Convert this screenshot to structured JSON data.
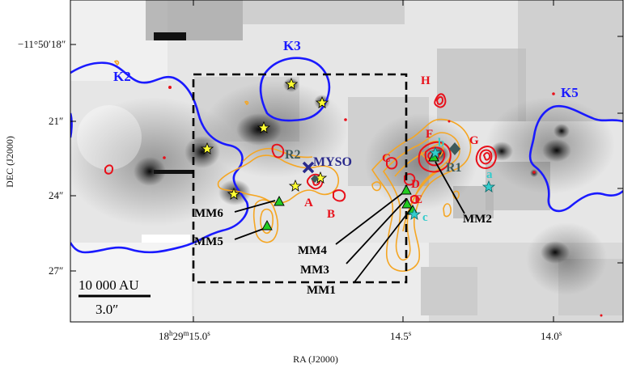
{
  "chart_data": {
    "type": "scatter",
    "title": "",
    "xlabel": "RA (J2000)",
    "ylabel": "DEC (J2000)",
    "x_ticks": [
      {
        "h": "18",
        "m": "29",
        "s": "15.0",
        "text_h": "18",
        "text_m": "29",
        "text_s": "15.0"
      },
      {
        "s": "14.5",
        "text_s": "14.5"
      },
      {
        "s": "14.0",
        "text_s": "14.0"
      }
    ],
    "y_ticks": [
      {
        "value": "-11°50′18″",
        "text_main": "−11°50′18",
        "text_sec": "″"
      },
      {
        "value": "21″",
        "text_main": "21",
        "text_sec": "″"
      },
      {
        "value": "24″",
        "text_main": "24",
        "text_sec": "″"
      },
      {
        "value": "27″",
        "text_main": "27",
        "text_sec": "″"
      }
    ],
    "regions": [
      {
        "name": "K2",
        "color": "#1a1aff"
      },
      {
        "name": "K3",
        "color": "#1a1aff"
      },
      {
        "name": "K5",
        "color": "#1a1aff"
      }
    ],
    "mm_cores": [
      "MM1",
      "MM2",
      "MM3",
      "MM4",
      "MM5",
      "MM6"
    ],
    "red_sources": [
      "A",
      "B",
      "C",
      "D",
      "E",
      "F",
      "G",
      "H"
    ],
    "other_labels": [
      "MYSO",
      "R1",
      "R2"
    ],
    "cyan_sources": [
      "a",
      "b",
      "c"
    ],
    "scalebar": {
      "length_text": "10 000 AU",
      "angle_text": "3.0″"
    },
    "colors": {
      "contour_blue": "#1a1aff",
      "contour_orange": "#f5a623",
      "contour_red": "#e8101a",
      "mm_marker": "#22cc22",
      "star_marker": "#ffff33",
      "myso_marker": "#2a2a8c",
      "cyan_marker": "#33cccc",
      "r_marker": "#3d5a5a"
    }
  }
}
